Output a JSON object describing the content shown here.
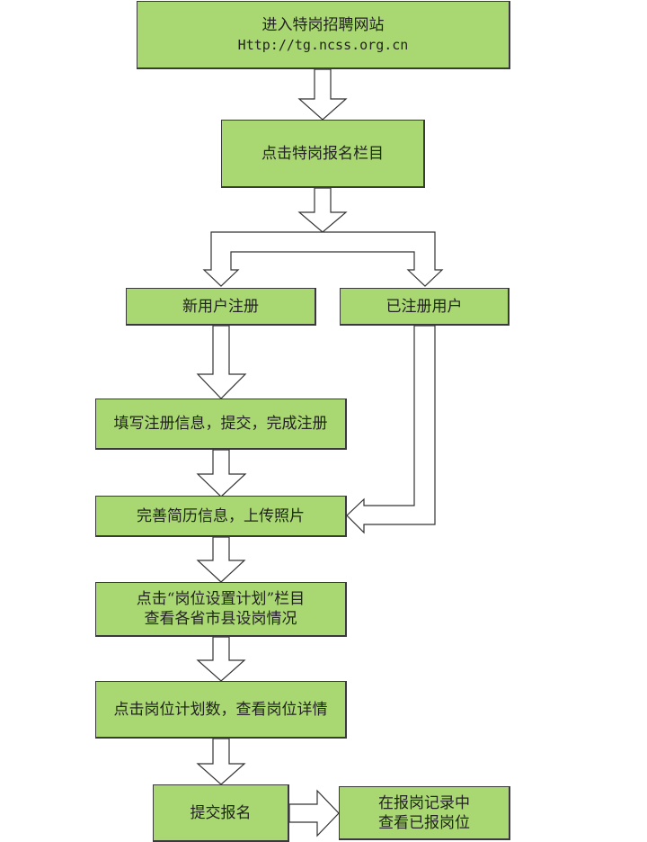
{
  "diagram": {
    "type": "flowchart",
    "colors": {
      "box_fill": "#a9d872",
      "box_border": "#3a3a3a",
      "arrow_stroke": "#333333",
      "arrow_fill": "#ffffff"
    },
    "nodes": {
      "enter_site": {
        "line1": "进入特岗招聘网站",
        "line2": "Http://tg.ncss.org.cn"
      },
      "click_signup": {
        "label": "点击特岗报名栏目"
      },
      "new_user": {
        "label": "新用户注册"
      },
      "registered_user": {
        "label": "已注册用户"
      },
      "fill_register": {
        "label": "填写注册信息，提交，完成注册"
      },
      "complete_resume": {
        "label": "完善简历信息，上传照片"
      },
      "view_plan": {
        "line1": "点击“岗位设置计划”栏目",
        "line2": "查看各省市县设岗情况"
      },
      "view_detail": {
        "label": "点击岗位计划数，查看岗位详情"
      },
      "submit": {
        "label": "提交报名"
      },
      "check_record": {
        "line1": "在报岗记录中",
        "line2": "查看已报岗位"
      }
    },
    "edges": [
      {
        "from": "enter_site",
        "to": "click_signup"
      },
      {
        "from": "click_signup",
        "to": "new_user"
      },
      {
        "from": "click_signup",
        "to": "registered_user"
      },
      {
        "from": "new_user",
        "to": "fill_register"
      },
      {
        "from": "fill_register",
        "to": "complete_resume"
      },
      {
        "from": "registered_user",
        "to": "complete_resume"
      },
      {
        "from": "complete_resume",
        "to": "view_plan"
      },
      {
        "from": "view_plan",
        "to": "view_detail"
      },
      {
        "from": "view_detail",
        "to": "submit"
      },
      {
        "from": "submit",
        "to": "check_record"
      }
    ]
  }
}
